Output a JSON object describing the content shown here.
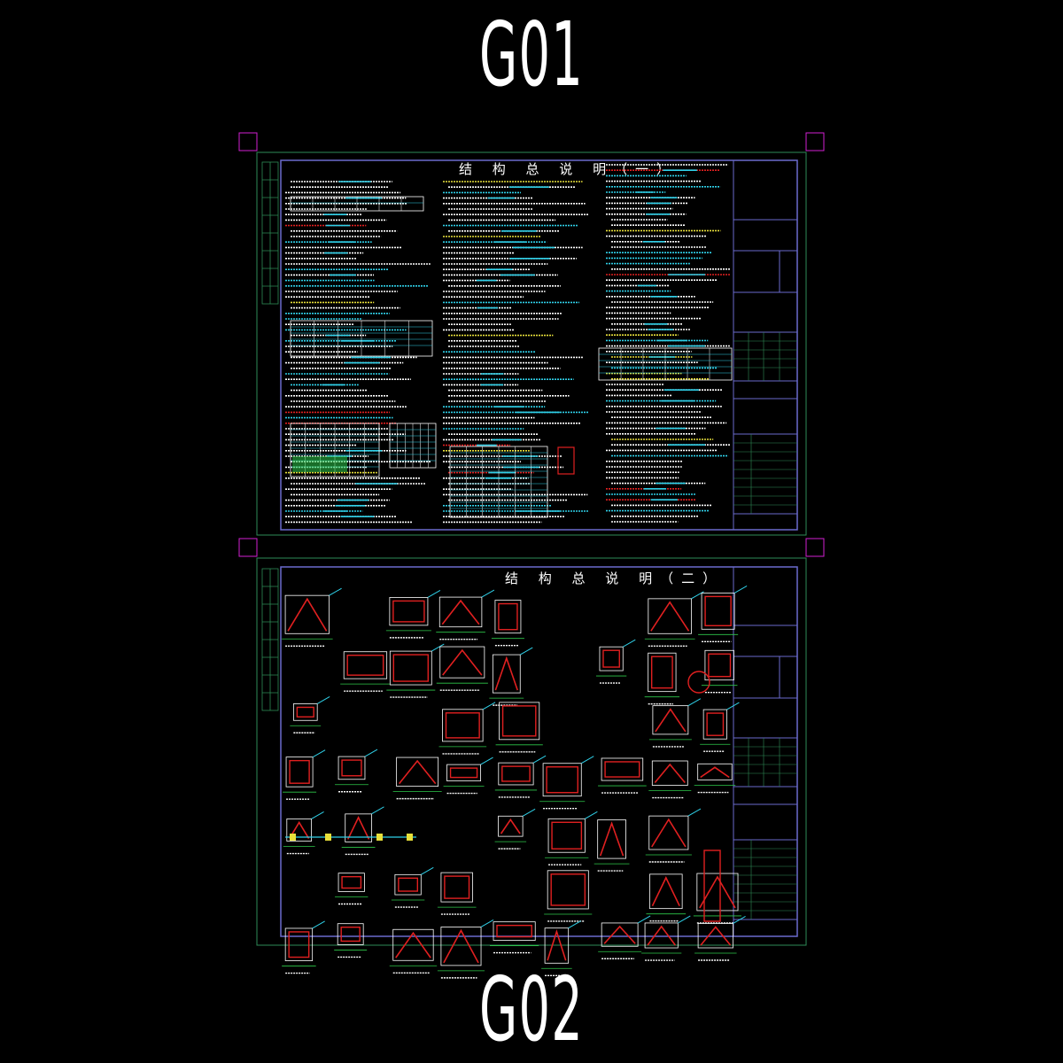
{
  "labels": {
    "top": "G01",
    "bottom": "G02"
  },
  "sheets": [
    {
      "id": "G01",
      "title": "结 构 总 说 明（一）"
    },
    {
      "id": "G02",
      "title": "结 构 总 说 明（二）"
    }
  ],
  "colors": {
    "background": "#000000",
    "outer_border": "#2e8b57",
    "inner_border": "#6a6acd",
    "grip_marker": "#d21fd2",
    "text_white": "#ffffff",
    "text_cyan": "#2fd0e8",
    "text_yellow": "#e8e03a",
    "rebar_red": "#e02020",
    "dim_green": "#2ec84a"
  }
}
